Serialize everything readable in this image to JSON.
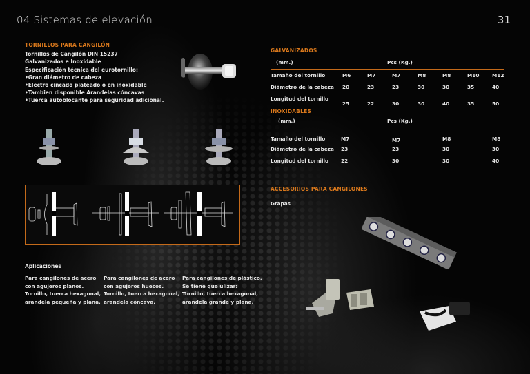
{
  "header": {
    "title": "04 Sistemas de elevación",
    "page_number": "31"
  },
  "intro": {
    "heading": "TORNILLOS PARA CANGILÓN",
    "lines": [
      "Tornillos de Cangilón DIN 15237",
      "Galvanizados e Inoxidable",
      "Especificación técnica del eurotornillo:"
    ],
    "bullets": [
      "•Gran diámetro de cabeza",
      "•Electro cincado plateado o en inoxidable",
      "•Tambien disponible Arandelas cóncavas",
      "•Tuerca autoblocante para seguridad adicional."
    ]
  },
  "images": {
    "hero_bolt": "carriage-bolt-photo",
    "bolt_variants": [
      "bolt-flat-washer-photo",
      "bolt-concave-washer-photo",
      "bolt-large-washer-photo"
    ],
    "diagram": "bolt-assembly-diagram",
    "clips": [
      "bar-clamp-photo",
      "clip-pair-photo",
      "clamp-photo"
    ]
  },
  "applications": {
    "title": "Aplicaciones",
    "columns": [
      [
        "Para cangilones de acero",
        "con agujeros planos.",
        "Tornillo, tuerca hexagonal,",
        "arandela pequeña y plana."
      ],
      [
        "Para cangilones de acero",
        "con agujeros huecos.",
        "Tornillo, tuerca hexagonal,",
        "arandela cóncava."
      ],
      [
        "Para cangilones de plástico.",
        "Se tiene que ulizar:",
        "Tornillo, tuerca hexagonal,",
        "arandela grande y plana."
      ]
    ]
  },
  "galvanizados": {
    "heading": "GALVANIZADOS",
    "unit_label": "(mm.)",
    "pcs_label": "Pcs (Kg.)",
    "row_labels": [
      "Tamaño del tornillo",
      "Diámetro de la cabeza",
      "Longitud del tornillo"
    ],
    "sizes": [
      "M6",
      "M7",
      "M7",
      "M8",
      "M8",
      "M10",
      "M12"
    ],
    "diameters": [
      "20",
      "23",
      "23",
      "30",
      "30",
      "35",
      "40"
    ],
    "lengths": [
      "25",
      "22",
      "30",
      "30",
      "40",
      "35",
      "50"
    ]
  },
  "inoxidables": {
    "heading": "INOXIDABLES",
    "unit_label": "(mm.)",
    "pcs_label": "Pcs (Kg.)",
    "row_labels": [
      "Tamaño del tornillo",
      "Diámetro de la cabeza",
      "Longitud del tornillo"
    ],
    "sizes": [
      "M7",
      "M7",
      "M8",
      "M8"
    ],
    "diameters": [
      "23",
      "23",
      "30",
      "30"
    ],
    "lengths": [
      "22",
      "30",
      "30",
      "40"
    ]
  },
  "accessories": {
    "heading": "ACCESORIOS PARA CANGILONES",
    "subheading": "Grapas"
  },
  "colors": {
    "accent": "#d9781c",
    "background": "#050505",
    "text": "#e6e6e6"
  }
}
